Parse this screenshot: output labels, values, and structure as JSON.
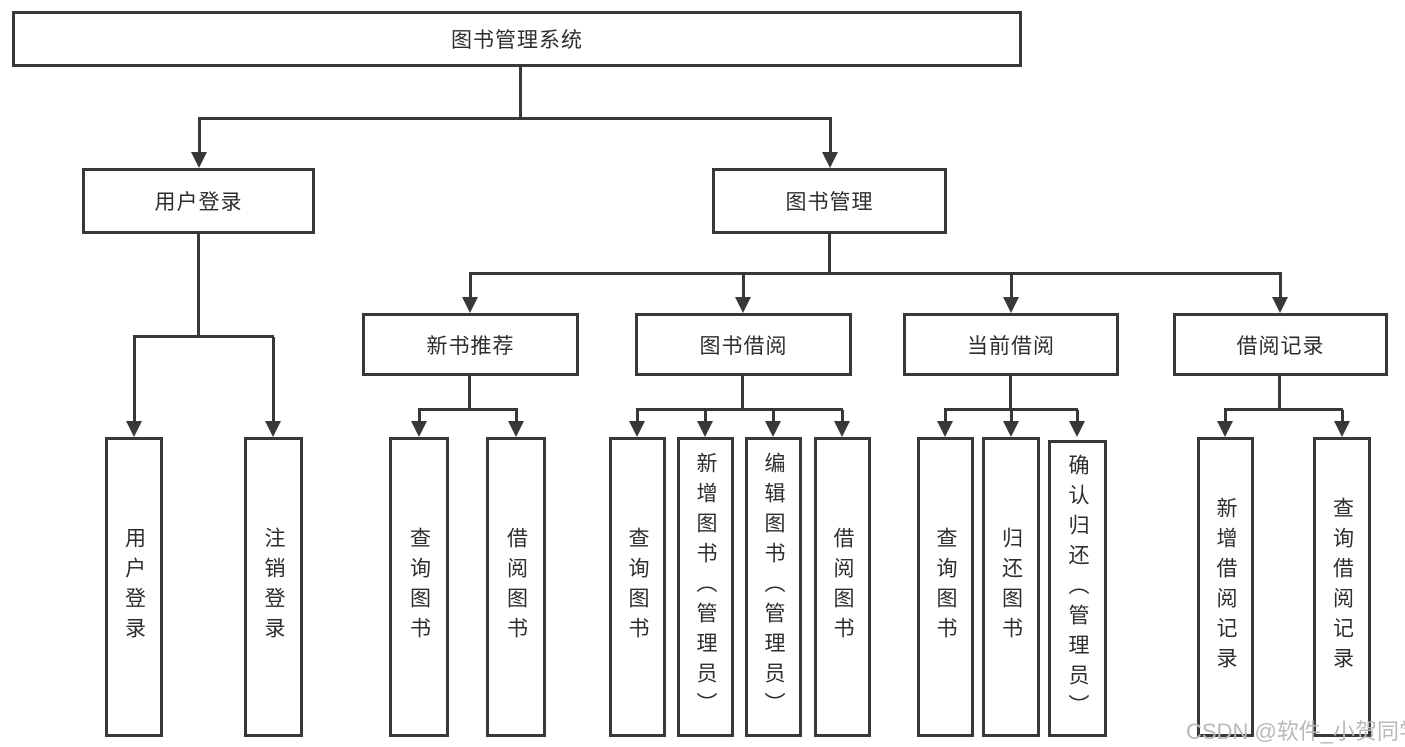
{
  "colors": {
    "line": "#383838",
    "text": "#2e2e2e",
    "watermark": "#b9b9b9",
    "background": "#ffffff"
  },
  "diagram": {
    "root": {
      "label": "图书管理系统"
    },
    "branches": [
      {
        "label": "用户登录"
      },
      {
        "label": "图书管理"
      }
    ],
    "modules": [
      {
        "label": "新书推荐"
      },
      {
        "label": "图书借阅"
      },
      {
        "label": "当前借阅"
      },
      {
        "label": "借阅记录"
      }
    ],
    "leaves": {
      "user_login": [
        {
          "label": "用户登录"
        },
        {
          "label": "注销登录"
        }
      ],
      "new_book_recommend": [
        {
          "label": "查询图书"
        },
        {
          "label": "借阅图书"
        }
      ],
      "book_borrowing": [
        {
          "label": "查询图书"
        },
        {
          "label": "新增图书（管理员）"
        },
        {
          "label": "编辑图书（管理员）"
        },
        {
          "label": "借阅图书"
        }
      ],
      "current_borrowing": [
        {
          "label": "查询图书"
        },
        {
          "label": "归还图书"
        },
        {
          "label": "确认归还（管理员）"
        }
      ],
      "borrowing_records": [
        {
          "label": "新增借阅记录"
        },
        {
          "label": "查询借阅记录"
        }
      ]
    }
  },
  "watermark": {
    "text": "CSDN @软件_小贺同学"
  }
}
